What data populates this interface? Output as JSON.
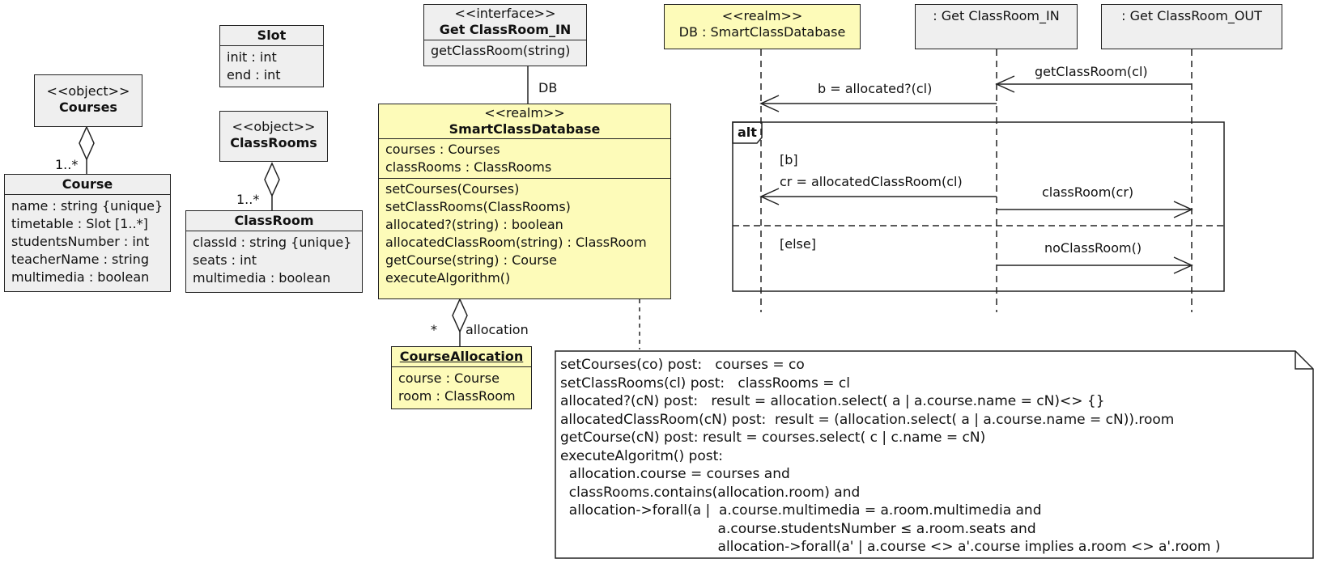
{
  "courses_obj": {
    "stereotype": "<<object>>",
    "name": "Courses"
  },
  "course_class": {
    "name": "Course",
    "attributes": [
      "name : string {unique}",
      "timetable : Slot [1..*]",
      "studentsNumber : int",
      "teacherName : string",
      "multimedia : boolean"
    ]
  },
  "courses_mult": "1..*",
  "slot_class": {
    "name": "Slot",
    "attributes": [
      "init : int",
      "end : int"
    ]
  },
  "classrooms_obj": {
    "stereotype": "<<object>>",
    "name": "ClassRooms"
  },
  "classroom_class": {
    "name": "ClassRoom",
    "attributes": [
      "classId : string {unique}",
      "seats : int",
      "multimedia : boolean"
    ]
  },
  "classrooms_mult": "1..*",
  "interface_box": {
    "stereotype": "<<interface>>",
    "name": "Get ClassRoom_IN",
    "operations": [
      "getClassRoom(string)"
    ]
  },
  "db_label": "DB",
  "realm_class": {
    "stereotype": "<<realm>>",
    "name": "SmartClassDatabase",
    "attributes": [
      "courses : Courses",
      "classRooms : ClassRooms"
    ],
    "operations": [
      "setCourses(Courses)",
      "setClassRooms(ClassRooms)",
      "allocated?(string) : boolean",
      "allocatedClassRoom(string) : ClassRoom",
      "getCourse(string) : Course",
      "executeAlgorithm()"
    ]
  },
  "allocation_mult": "*",
  "allocation_role": "allocation",
  "allocation_class": {
    "name": "CourseAllocation",
    "attributes": [
      "course : Course",
      "room : ClassRoom"
    ]
  },
  "sequence": {
    "lifeline_db": {
      "stereotype": "<<realm>>",
      "name": "DB : SmartClassDatabase"
    },
    "lifeline_in": ": Get ClassRoom_IN",
    "lifeline_out": ": Get ClassRoom_OUT",
    "msg_get": "getClassRoom(cl)",
    "msg_alloc": "b = allocated?(cl)",
    "frame": "alt",
    "guard_b": "[b]",
    "msg_cr": "cr = allocatedClassRoom(cl)",
    "msg_classroom": "classRoom(cr)",
    "guard_else": "[else]",
    "msg_noclass": "noClassRoom()"
  },
  "note_text": "setCourses(co) post:   courses = co\nsetClassRooms(cl) post:   classRooms = cl\nallocated?(cN) post:   result = allocation.select( a | a.course.name = cN)<> {}\nallocatedClassRoom(cN) post:  result = (allocation.select( a | a.course.name = cN)).room\ngetCourse(cN) post: result = courses.select( c | c.name = cN)\nexecuteAlgoritm() post:\n  allocation.course = courses and\n  classRooms.contains(allocation.room) and\n  allocation->forall(a |  a.course.multimedia = a.room.multimedia and\n                                    a.course.studentsNumber ≤ a.room.seats and\n                                    allocation->forall(a' | a.course <> a'.course implies a.room <> a'.room )",
  "colors": {
    "realm_fill": "#fdfbb9",
    "class_fill": "#efefef",
    "stroke": "#222222"
  }
}
